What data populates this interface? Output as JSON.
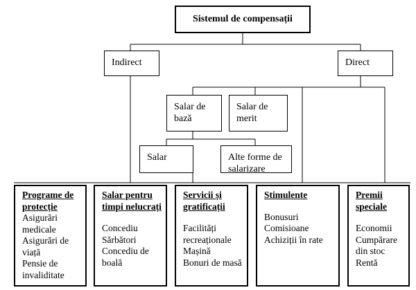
{
  "diagram": {
    "root": "Sistemul de compensații",
    "indirect": "Indirect",
    "direct": "Direct",
    "salar_baza": "Salar de bază",
    "salar_merit": "Salar de merit",
    "salar": "Salar",
    "alte_forme": "Alte forme de salarizare",
    "categories": [
      {
        "title": "Programe de protecție",
        "items": [
          "Asigurări medicale",
          "Asigurări de viață",
          "Pensie de invaliditate"
        ]
      },
      {
        "title": "Salar pentru timpi nelucrați",
        "items": [
          "Concediu",
          "Sărbători",
          "Concediu de boală"
        ]
      },
      {
        "title": "Servicii și gratificații",
        "items": [
          "Facilități recreaționale",
          "Mașină",
          "Bonuri de masă"
        ]
      },
      {
        "title": "Stimulente",
        "items": [
          "Bonusuri",
          "Comisioane",
          "Achiziții în rate"
        ]
      },
      {
        "title": "Premii speciale",
        "items": [
          "Economii",
          "Cumpărare din stoc",
          "Rentă"
        ]
      }
    ]
  }
}
